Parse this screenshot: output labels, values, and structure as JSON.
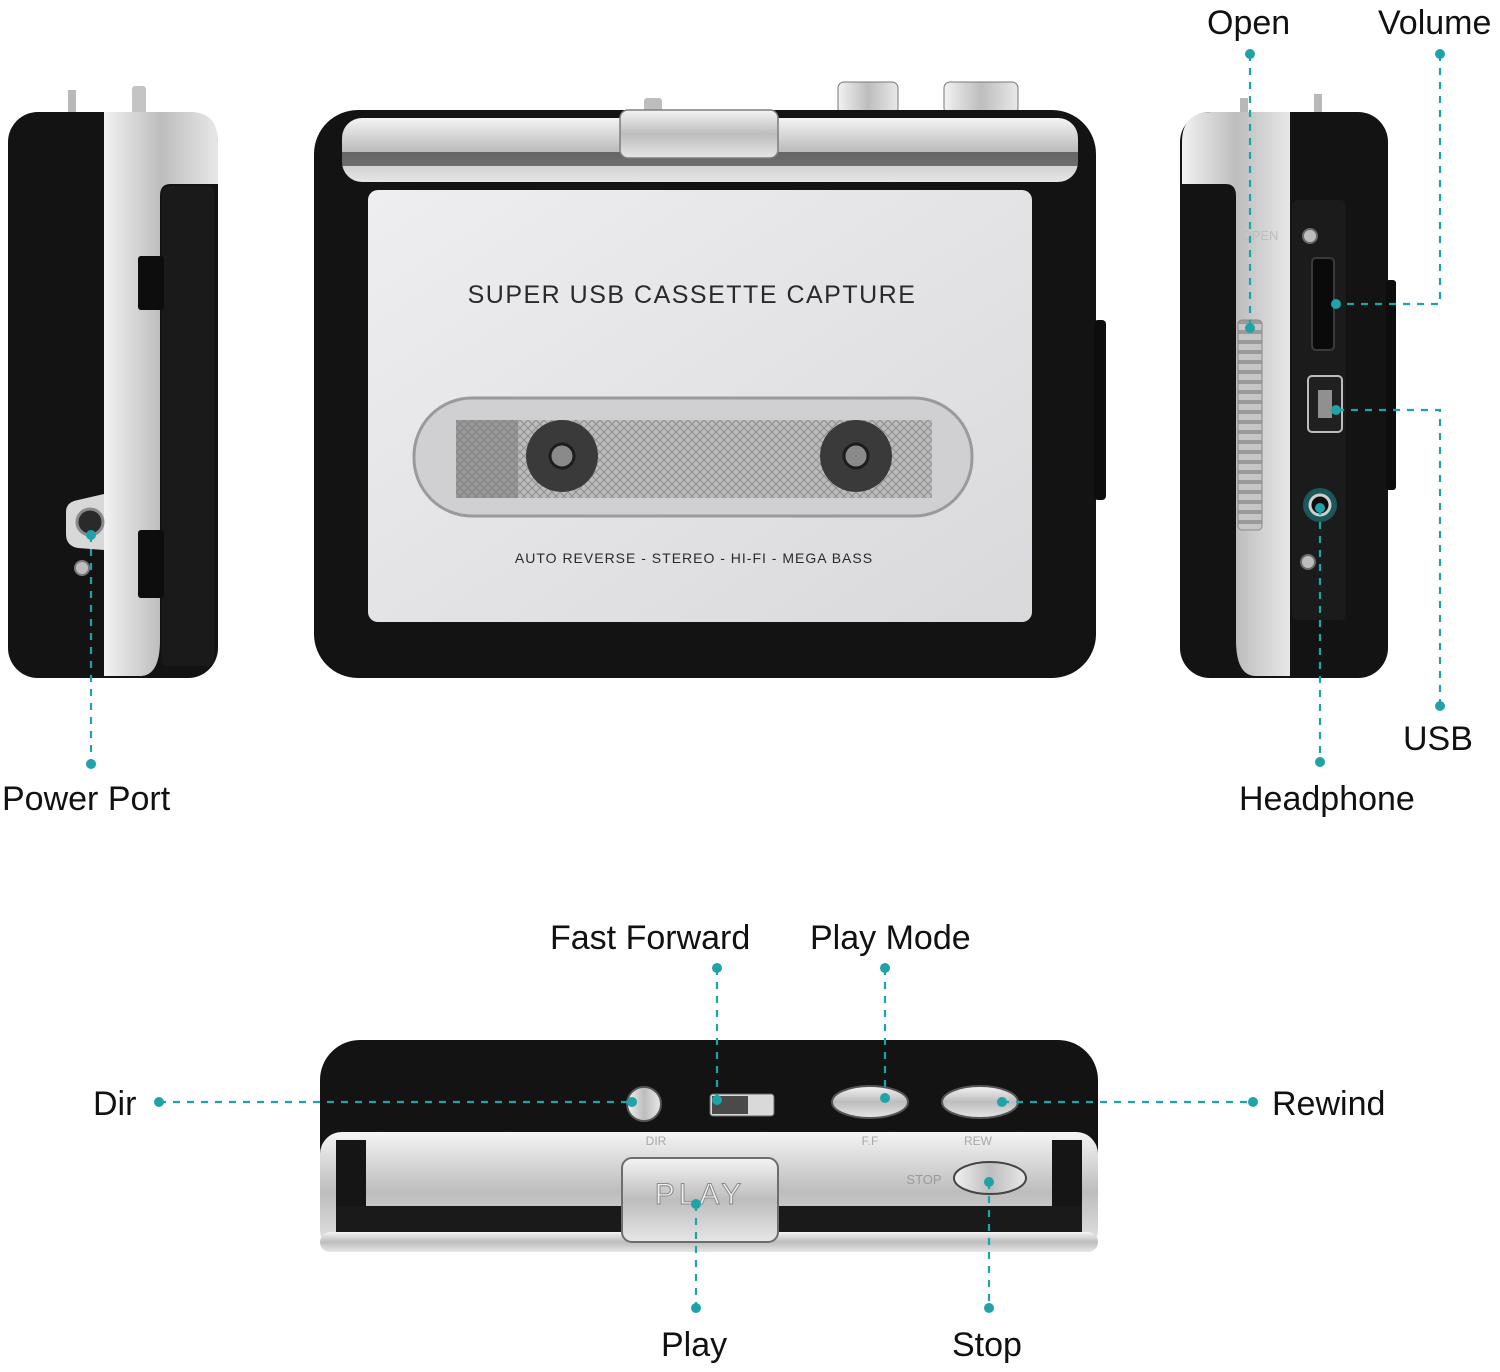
{
  "colors": {
    "accent": "#1fa3a8",
    "device_body": "#121212",
    "silver": "#c9c9c9",
    "panel": "#e4e4e6"
  },
  "device": {
    "panel_title": "SUPER USB CASSETTE CAPTURE",
    "panel_subtitle": "AUTO REVERSE - STEREO - HI-FI - MEGA BASS",
    "play_key": "PLAY",
    "stop_key": "STOP",
    "dir_marking": "DIR",
    "rew_marking": "REW",
    "ff_marking": "F.F",
    "open_marking": "OPEN"
  },
  "callouts": {
    "power_port": "Power Port",
    "open": "Open",
    "volume": "Volume",
    "usb": "USB",
    "headphone": "Headphone",
    "fast_forward": "Fast Forward",
    "play_mode": "Play Mode",
    "dir": "Dir",
    "rewind": "Rewind",
    "play": "Play",
    "stop": "Stop"
  }
}
